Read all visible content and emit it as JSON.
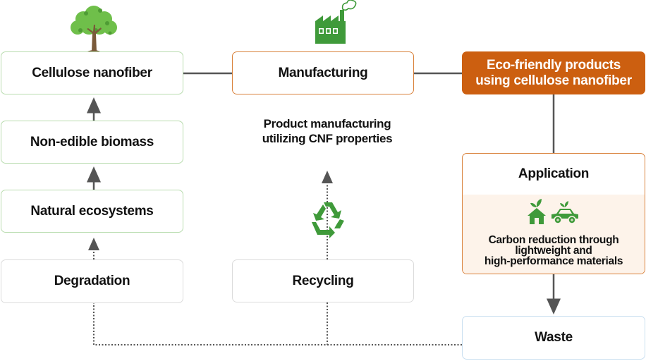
{
  "nodes": {
    "cellulose_nanofiber": "Cellulose nanofiber",
    "non_edible_biomass": "Non-edible biomass",
    "natural_ecosystems": "Natural ecosystems",
    "degradation": "Degradation",
    "manufacturing": "Manufacturing",
    "recycling": "Recycling",
    "eco_products_line1": "Eco-friendly products",
    "eco_products_line2": "using cellulose nanofiber",
    "application": "Application",
    "waste": "Waste"
  },
  "annotations": {
    "manufacturing_note_line1": "Product manufacturing",
    "manufacturing_note_line2": "utilizing CNF properties",
    "application_line1": "Carbon reduction through",
    "application_line2": "lightweight and",
    "application_line3": "high-performance materials"
  },
  "icons": {
    "tree": "tree-icon",
    "factory": "factory-icon",
    "recycle": "recycle-icon",
    "house": "eco-house-icon",
    "car": "eco-car-icon"
  },
  "colors": {
    "accent_orange": "#cc5f10",
    "green": "#3f9a3a",
    "connector": "#555555"
  }
}
